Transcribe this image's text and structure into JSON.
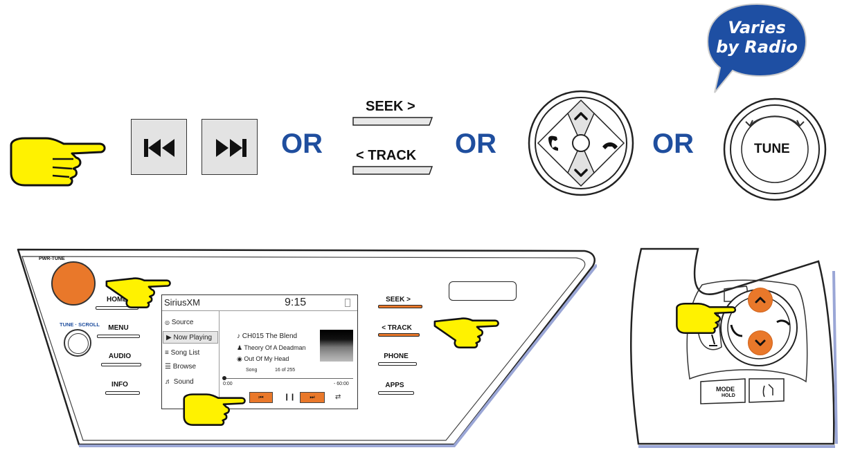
{
  "badge": {
    "line1": "Varies",
    "line2": "by Radio",
    "color": "#1e4fa3"
  },
  "or_label": "OR",
  "bar_labels": {
    "seek": "SEEK >",
    "track": "< TRACK"
  },
  "dial": {
    "tune_label": "TUNE"
  },
  "head_unit": {
    "knob_label": "PWR-TUNE",
    "scroll_label": "TUNE · SCROLL",
    "left_buttons": [
      "HOME",
      "MENU",
      "AUDIO",
      "INFO"
    ],
    "right_buttons": [
      "SEEK >",
      "< TRACK",
      "PHONE",
      "APPS"
    ],
    "screen": {
      "source_title": "SiriusXM",
      "time": "9:15",
      "menu": [
        "Source",
        "Now Playing",
        "Song List",
        "Browse",
        "Sound"
      ],
      "channel": "CH015  The Blend",
      "artist": "Theory Of A Deadman",
      "song": "Out Of My Head",
      "song_label": "Song",
      "song_index": "16  of  255",
      "elapsed": "0:00",
      "remaining": "- 60:00"
    }
  },
  "steering": {
    "mode_label": "MODE",
    "hold_label": "HOLD"
  },
  "colors": {
    "accent_orange": "#e9782a",
    "hand_yellow": "#fff200",
    "or_blue": "#1f4e9e"
  }
}
